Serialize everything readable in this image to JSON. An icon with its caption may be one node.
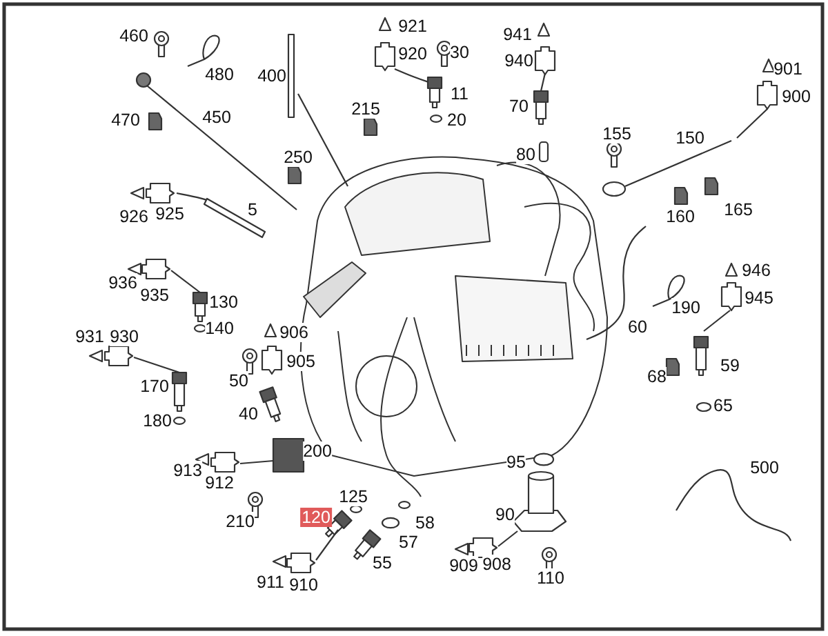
{
  "diagram": {
    "labels": [
      "460",
      "480",
      "400",
      "470",
      "450",
      "215",
      "250",
      "5",
      "926",
      "925",
      "921",
      "920",
      "30",
      "11",
      "20",
      "941",
      "940",
      "70",
      "80",
      "155",
      "150",
      "901",
      "900",
      "160",
      "165",
      "936",
      "935",
      "130",
      "140",
      "931",
      "930",
      "906",
      "905",
      "50",
      "170",
      "40",
      "180",
      "946",
      "945",
      "190",
      "60",
      "59",
      "68",
      "65",
      "200",
      "913",
      "912",
      "210",
      "125",
      "120",
      "55",
      "57",
      "58",
      "95",
      "90",
      "909",
      "908",
      "911",
      "910",
      "110",
      "500"
    ]
  }
}
